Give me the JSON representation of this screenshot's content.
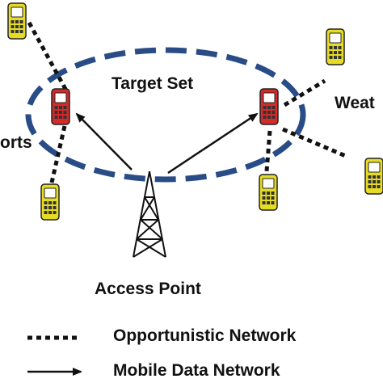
{
  "labels": {
    "target_set": "Target Set",
    "access_point": "Access Point",
    "left_group": "orts",
    "right_group": "Weat"
  },
  "legend": {
    "opportunistic": "Opportunistic Network",
    "mobile_data": "Mobile Data Network"
  },
  "colors": {
    "target_phone": "#d42a2a",
    "other_phone": "#e6dc24",
    "ellipse": "#2a4c86",
    "line": "#111111",
    "background": "#ffffff"
  },
  "icons": {
    "target_phone": "phone-icon",
    "other_phone": "phone-icon",
    "access_point": "antenna-tower-icon"
  }
}
